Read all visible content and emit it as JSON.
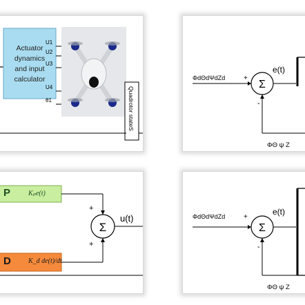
{
  "panel_1": {
    "actuator_lines": [
      "Actuator",
      "dynamics",
      "and input",
      "calculator"
    ],
    "inputs": [
      "U1",
      "U2",
      "U3",
      "U4",
      "θ1"
    ],
    "states_label": "Quadrotor stateS"
  },
  "panel_2": {
    "reference": "ΦdΘdΨdZd",
    "plus": "+",
    "minus": "-",
    "sigma": "Σ",
    "error": "e(t)",
    "feedback": "ΦΘ ψ Z"
  },
  "panel_3": {
    "p_letter": "P",
    "p_term": "Kₚe(t)",
    "d_letter": "D",
    "d_term": "K_d de(t)/dt",
    "plus_top": "+",
    "plus_bottom": "+",
    "sigma": "Σ",
    "output": "u(t)"
  },
  "panel_4": {
    "reference": "ΦdΘdΨdZd",
    "plus": "+",
    "minus": "-",
    "sigma": "Σ",
    "error": "e(t)",
    "feedback": "ΦΘ ψ Z"
  },
  "colors": {
    "actuator_fill": "#a9dcf0",
    "p_fill": "#c9ee9f",
    "d_fill": "#f58a3c",
    "p_text": "#1f4f1f"
  }
}
